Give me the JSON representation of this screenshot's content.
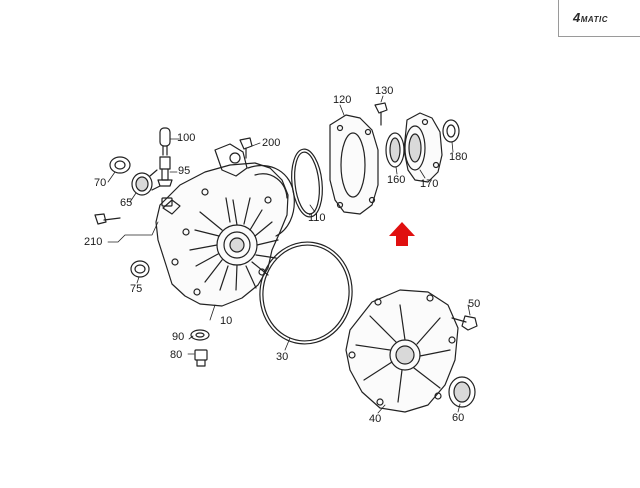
{
  "badge": {
    "big": "4",
    "small": "MATIC"
  },
  "callouts": {
    "p10": "10",
    "p30": "30",
    "p40": "40",
    "p50": "50",
    "p60": "60",
    "p65": "65",
    "p70": "70",
    "p75": "75",
    "p80": "80",
    "p90": "90",
    "p95": "95",
    "p100": "100",
    "p110": "110",
    "p120": "120",
    "p130": "130",
    "p160": "160",
    "p170": "170",
    "p180": "180",
    "p200": "200",
    "p210": "210"
  },
  "colors": {
    "line": "#222222",
    "arrow": "#e01010",
    "shade": "#d9d9d9"
  },
  "icons": {
    "indicator": "red-up-arrow-icon"
  }
}
